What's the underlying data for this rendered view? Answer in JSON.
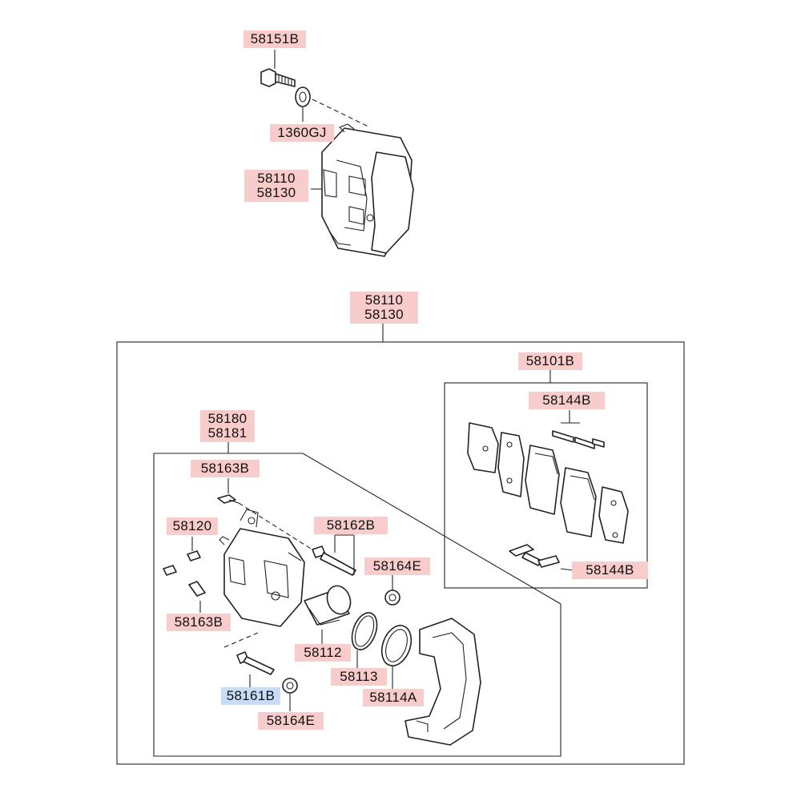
{
  "colors": {
    "label_red": "#f9cccc",
    "label_blue": "#c9dcf5",
    "line": "#222222"
  },
  "labels": {
    "bolt_top": "58151B",
    "washer": "1360GJ",
    "caliper_top_1": "58110",
    "caliper_top_2": "58130",
    "assembly_1": "58110",
    "assembly_2": "58130",
    "pad_kit": "58101B",
    "pad_clip_top": "58144B",
    "pad_clip_bottom": "58144B",
    "caliper_body_1": "58180",
    "caliper_body_2": "58181",
    "bleeder_bolt_top": "58163B",
    "bleeder": "58120",
    "guide_pin_kit": "58162B",
    "cap_right": "58164E",
    "bleeder_bolt_bottom": "58163B",
    "piston": "58112",
    "piston_seal": "58113",
    "boot": "58114A",
    "guide_pin": "58161B",
    "cap_bottom": "58164E"
  }
}
